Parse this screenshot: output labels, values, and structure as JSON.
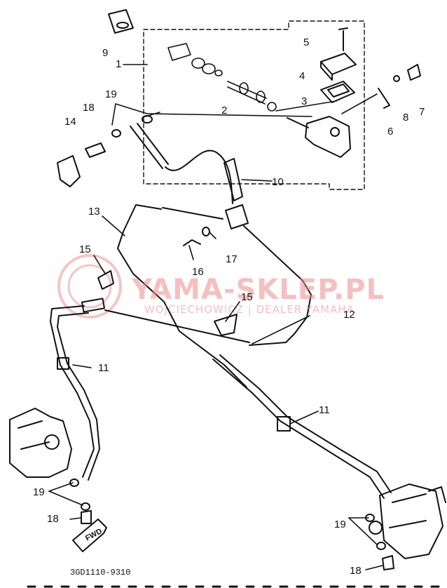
{
  "watermark": {
    "title": "YAMA-SKLEP.PL",
    "subtitle": "WOJCIECHOWICZ | DEALER YAMAHA"
  },
  "diagram": {
    "part_number": "3GD1110-9310",
    "fwd_label": "FWD"
  },
  "callouts": [
    "1",
    "2",
    "3",
    "4",
    "5",
    "6",
    "7",
    "8",
    "9",
    "10",
    "11",
    "11",
    "12",
    "13",
    "14",
    "15",
    "15",
    "16",
    "17",
    "18",
    "18",
    "18",
    "19",
    "19",
    "19"
  ],
  "colors": {
    "ink": "#111111",
    "watermark": "#ef8b8b"
  }
}
